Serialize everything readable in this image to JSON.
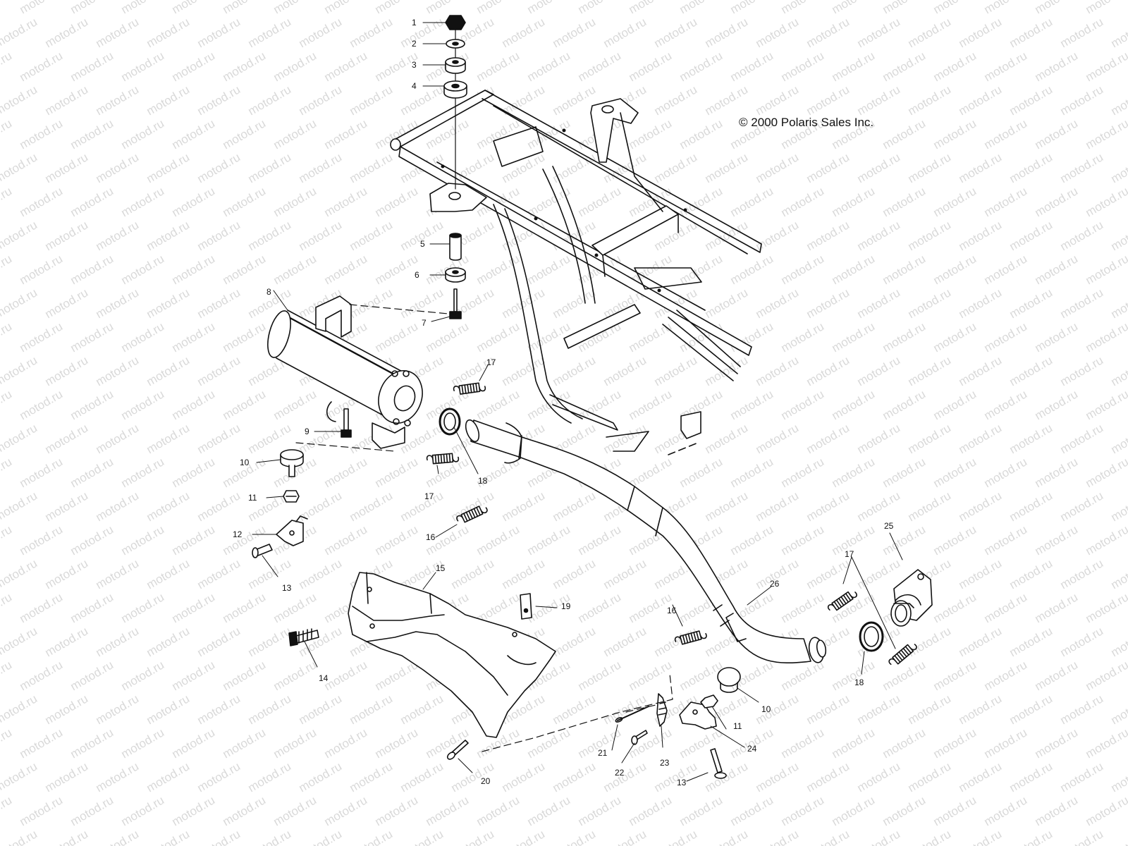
{
  "copyright": "© 2000 Polaris Sales Inc.",
  "watermark": "motod.ru",
  "colors": {
    "line": "#111111",
    "watermark": "#d9d9d9",
    "background": "#ffffff"
  },
  "callouts": [
    {
      "id": "c1",
      "text": "1"
    },
    {
      "id": "c2",
      "text": "2"
    },
    {
      "id": "c3",
      "text": "3"
    },
    {
      "id": "c4",
      "text": "4"
    },
    {
      "id": "c5",
      "text": "5"
    },
    {
      "id": "c6",
      "text": "6"
    },
    {
      "id": "c7",
      "text": "7"
    },
    {
      "id": "c8",
      "text": "8"
    },
    {
      "id": "c9",
      "text": "9"
    },
    {
      "id": "c10a",
      "text": "10"
    },
    {
      "id": "c11a",
      "text": "11"
    },
    {
      "id": "c12",
      "text": "12"
    },
    {
      "id": "c13a",
      "text": "13"
    },
    {
      "id": "c14",
      "text": "14"
    },
    {
      "id": "c15",
      "text": "15"
    },
    {
      "id": "c16a",
      "text": "16"
    },
    {
      "id": "c17a",
      "text": "17"
    },
    {
      "id": "c17b",
      "text": "17"
    },
    {
      "id": "c18a",
      "text": "18"
    },
    {
      "id": "c19",
      "text": "19"
    },
    {
      "id": "c20",
      "text": "20"
    },
    {
      "id": "c21",
      "text": "21"
    },
    {
      "id": "c22",
      "text": "22"
    },
    {
      "id": "c23",
      "text": "23"
    },
    {
      "id": "c24",
      "text": "24"
    },
    {
      "id": "c25",
      "text": "25"
    },
    {
      "id": "c26",
      "text": "26"
    },
    {
      "id": "c16b",
      "text": "16"
    },
    {
      "id": "c17c",
      "text": "17"
    },
    {
      "id": "c18b",
      "text": "18"
    },
    {
      "id": "c10b",
      "text": "10"
    },
    {
      "id": "c11b",
      "text": "11"
    },
    {
      "id": "c13b",
      "text": "13"
    }
  ]
}
